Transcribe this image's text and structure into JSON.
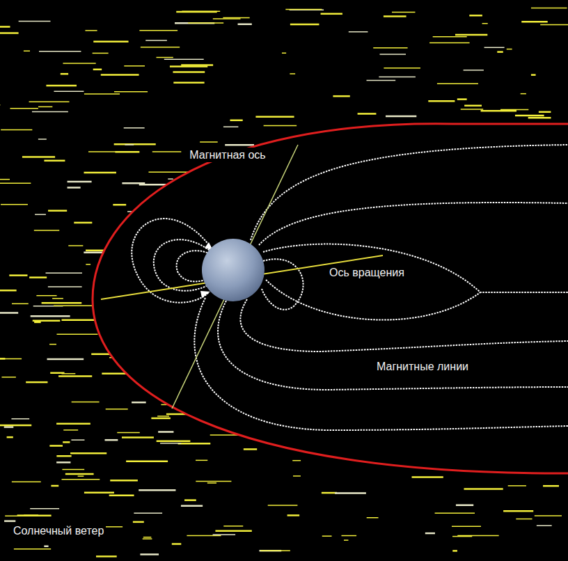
{
  "diagram": {
    "labels": [
      "Магнитная ось",
      "Ось вращения",
      "Магнитные линии",
      "Солнечный ветер"
    ]
  }
}
